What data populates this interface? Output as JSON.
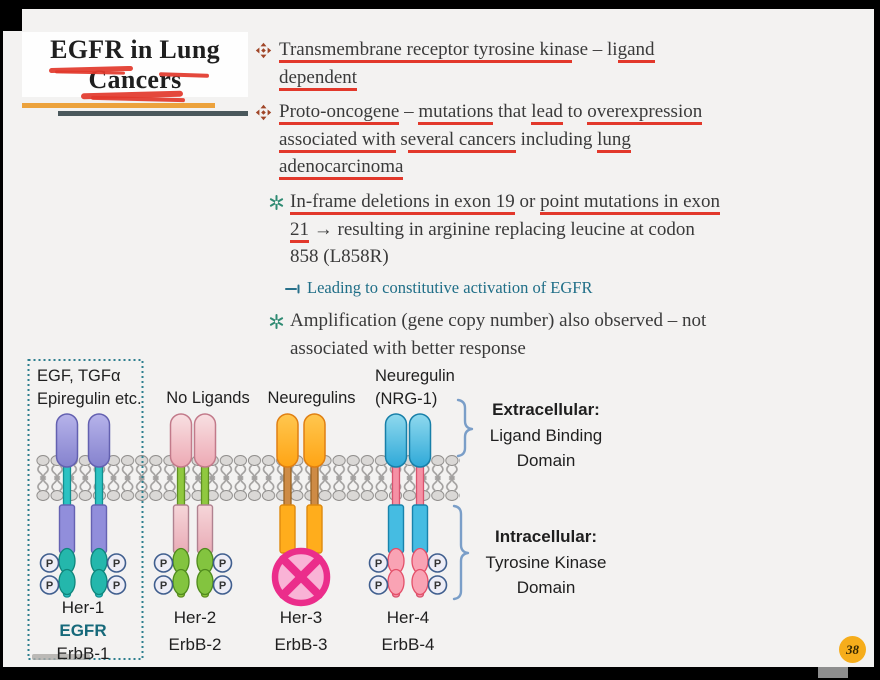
{
  "title": {
    "lines": [
      [
        {
          "t": "EGFR in Lung"
        }
      ],
      [
        {
          "t": "Cancers"
        }
      ]
    ]
  },
  "bullets": {
    "b1": [
      [
        {
          "t": "Transmembrane receptor tyrosine kina",
          "u": true
        },
        {
          "t": "se – li"
        },
        {
          "t": "gand",
          "u": true
        }
      ],
      [
        {
          "t": "dependent",
          "u": true
        }
      ]
    ],
    "b2": [
      [
        {
          "t": "Proto-oncogene",
          "u": true
        },
        {
          "t": " – "
        },
        {
          "t": "mutations",
          "u": true
        },
        {
          "t": " that "
        },
        {
          "t": "lead",
          "u": true
        },
        {
          "t": " to "
        },
        {
          "t": "overexpression",
          "u": true
        }
      ],
      [
        {
          "t": "associated with",
          "u": true
        },
        {
          "t": " s"
        },
        {
          "t": "everal cancers",
          "u": true
        },
        {
          "t": " including "
        },
        {
          "t": "lung",
          "u": true
        }
      ],
      [
        {
          "t": "adenocarcinoma",
          "u": true
        }
      ]
    ],
    "sb1": [
      [
        {
          "t": "In-frame deletions in exon 19",
          "u": true
        },
        {
          "t": " or "
        },
        {
          "t": "point mutations in exon",
          "u": true
        }
      ],
      [
        {
          "t": "21",
          "u": true
        },
        {
          "t": " → resulting in arginine replacing leucine at codon"
        }
      ],
      [
        {
          "t": "858 (L858R)"
        }
      ]
    ],
    "note": "Leading to constitutive activation of EGFR",
    "sb2": [
      [
        {
          "t": "Amplification (gene copy number) also observed – not"
        }
      ],
      [
        {
          "t": "associated with better response"
        }
      ]
    ]
  },
  "diagram": {
    "ligands": {
      "egf_line1": "EGF, TGFα",
      "egf_line2": "Epiregulin etc.",
      "no_ligands": "No Ligands",
      "neuregulins": "Neuregulins",
      "nrg_line1": "Neuregulin",
      "nrg_line2": "(NRG-1)"
    },
    "domains": {
      "extra_title": "Extracellular:",
      "extra_l1": "Ligand Binding",
      "extra_l2": "Domain",
      "intra_title": "Intracellular:",
      "intra_l1": "Tyrosine Kinase",
      "intra_l2": "Domain"
    },
    "receptors": {
      "her1_l1": "Her-1",
      "her1_l2": "EGFR",
      "her1_l3": "ErbB-1",
      "her2_l1": "Her-2",
      "her2_l2": "ErbB-2",
      "her3_l1": "Her-3",
      "her3_l2": "ErbB-3",
      "her4_l1": "Her-4",
      "her4_l2": "ErbB-4"
    },
    "p_label": "P"
  },
  "page": {
    "number": "38"
  },
  "colors": {
    "slide_background": "#F3F2F1",
    "red_underline": "#E2382B",
    "orange_accent": "#ECA23C",
    "slate_accent": "#4A585C",
    "bullet_maroon": "#A04527",
    "sub_bullet_teal": "#2E8A72",
    "note_teal": "#1F6E87",
    "egfr_teal": "#16697A",
    "badge_yellow": "#F6AD1B",
    "her1_purple": "#918EDB",
    "her1_kinase_teal": "#24B7AC",
    "her2_pink": "#EDA9B4",
    "her2_green": "#83C43F",
    "her3_orange": "#FFAD1C",
    "her3_cross_pink": "#EB2D8B",
    "her4_blue": "#45BCE2",
    "her4_kinase_pink": "#F9A3B4",
    "brace_blue": "#7A9EC8"
  }
}
